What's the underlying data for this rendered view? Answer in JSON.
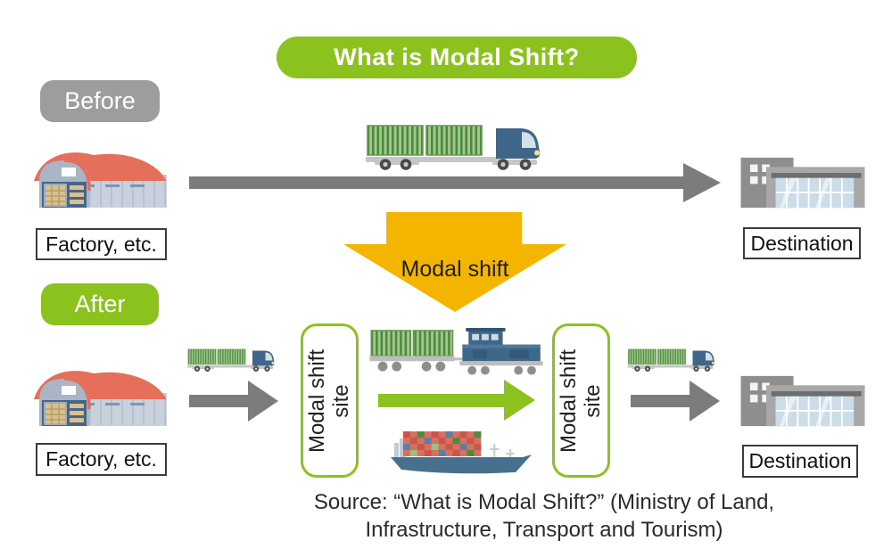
{
  "title": "What is Modal Shift?",
  "colors": {
    "accent_green": "#8CC21E",
    "tag_gray": "#9D9D9E",
    "arrow_gray": "#7C7C7C",
    "transition_orange": "#F4B500"
  },
  "before_row": {
    "tag": "Before",
    "origin_label": "Factory, etc.",
    "destination_label": "Destination"
  },
  "transition": {
    "label": "Modal shift"
  },
  "after_row": {
    "tag": "After",
    "origin_label": "Factory, etc.",
    "destination_label": "Destination",
    "site_line1": "Modal shift",
    "site_line2": "site"
  },
  "source": {
    "line1": "Source: “What is Modal Shift?” (Ministry of Land,",
    "line2": "Infrastructure, Transport and Tourism)"
  },
  "icons": {
    "factory": "factory-icon",
    "truck": "container-truck-icon",
    "train": "freight-train-icon",
    "ship": "container-ship-icon",
    "destination": "destination-building-icon",
    "arrow_right": "arrow-right-icon",
    "arrow_down": "arrow-down-icon"
  }
}
